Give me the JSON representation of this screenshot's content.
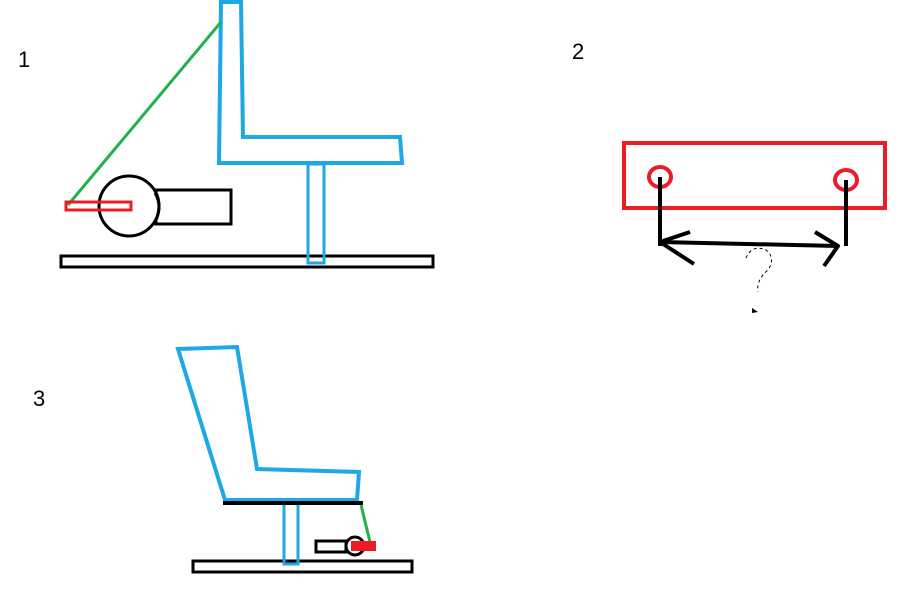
{
  "labels": {
    "panel1": "1",
    "panel2": "2",
    "panel3": "3"
  },
  "colors": {
    "chair": "#1ea8e6",
    "cable": "#22b14c",
    "mount": "#ed1c24",
    "outline": "#000000",
    "background": "#ffffff"
  }
}
